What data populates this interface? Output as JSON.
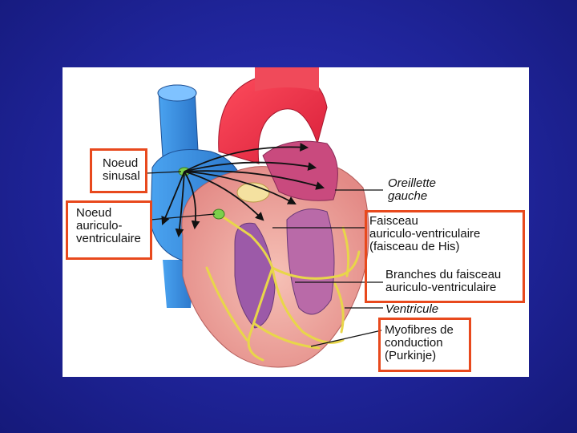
{
  "labels": {
    "noeud_sinusal": "Noeud\nsinusal",
    "noeud_av": "Noeud\nauriculo-\nventriculaire",
    "oreillette_gauche": "Oreillette\ngauche",
    "faisceau_av": "Faisceau\nauriculo-ventriculaire\n(faisceau de His)",
    "branches": "Branches du faisceau\nauriculo-ventriculaire",
    "ventricule": "Ventricule",
    "myofibres": "Myofibres de\nconduction\n(Purkinje)"
  },
  "colors": {
    "background": "#1f2499",
    "highlight_box": "#e8491d",
    "conduction_path": "#e8d64a",
    "aorta": "#ee3347",
    "vena_cava": "#3c8fe0",
    "myocardium": "#f2a7a0"
  }
}
